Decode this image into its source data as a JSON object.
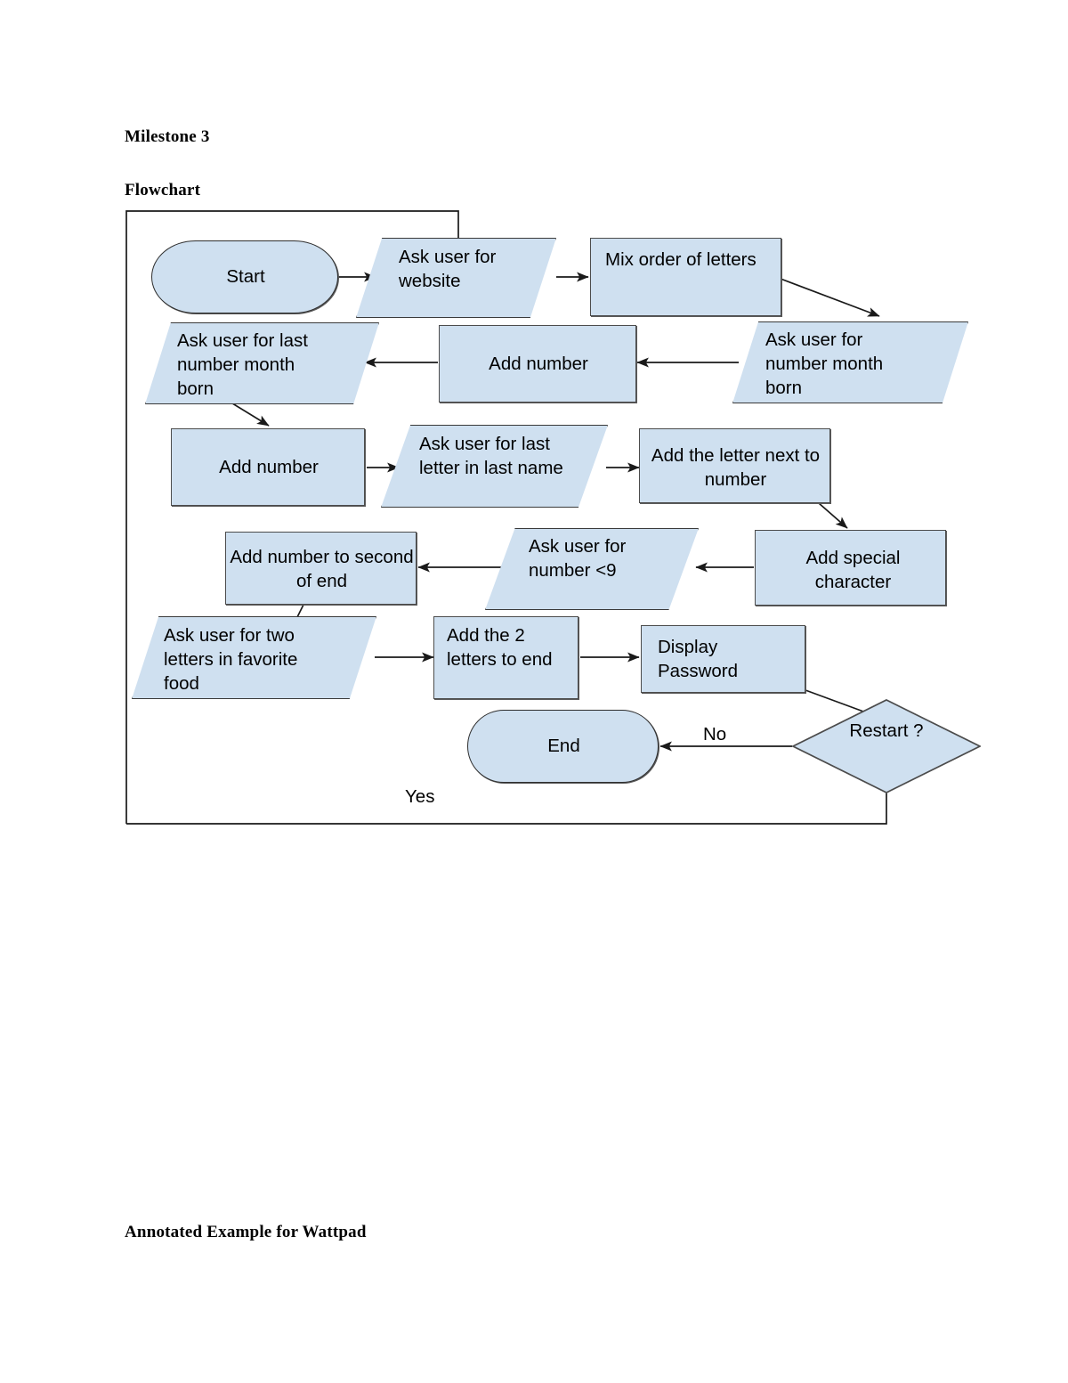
{
  "document": {
    "heading_milestone": "Milestone 3",
    "heading_flowchart": "Flowchart",
    "heading_annotated": "Annotated Example for Wattpad"
  },
  "colors": {
    "node_fill": "#cfe0f0",
    "node_stroke": "#4c4c4c",
    "connector": "#1a1a1a",
    "text": "#000000",
    "page_background": "#ffffff"
  },
  "chart_data": {
    "type": "diagram",
    "title": "Flowchart",
    "nodes": [
      {
        "id": "start",
        "shape": "stadium",
        "label": "Start"
      },
      {
        "id": "ask-website",
        "shape": "parallelogram",
        "label": "Ask user for website"
      },
      {
        "id": "mix-letters",
        "shape": "rectangle",
        "label": "Mix order of letters"
      },
      {
        "id": "ask-number-month-born",
        "shape": "parallelogram",
        "label": "Ask user for number month born"
      },
      {
        "id": "add-number-1",
        "shape": "rectangle",
        "label": "Add number"
      },
      {
        "id": "ask-last-number-month-born",
        "shape": "parallelogram",
        "label": "Ask user for last number month born"
      },
      {
        "id": "add-number-2",
        "shape": "rectangle",
        "label": "Add number"
      },
      {
        "id": "ask-last-letter-last-name",
        "shape": "parallelogram",
        "label": "Ask user for last letter in last name"
      },
      {
        "id": "add-letter-next-to-number",
        "shape": "rectangle",
        "label": "Add the letter next to number"
      },
      {
        "id": "add-special-character",
        "shape": "rectangle",
        "label": "Add special character"
      },
      {
        "id": "ask-number-less-than-9",
        "shape": "parallelogram",
        "label": "Ask user for number <9"
      },
      {
        "id": "add-number-second-of-end",
        "shape": "rectangle",
        "label": "Add number to second of end"
      },
      {
        "id": "ask-two-letters-favorite-food",
        "shape": "parallelogram",
        "label": "Ask user for two letters in favorite food"
      },
      {
        "id": "add-2-letters-to-end",
        "shape": "rectangle",
        "label": "Add the 2 letters to end"
      },
      {
        "id": "display-password",
        "shape": "rectangle",
        "label": "Display Password"
      },
      {
        "id": "restart-decision",
        "shape": "diamond",
        "label": "Restart ?"
      },
      {
        "id": "end",
        "shape": "stadium",
        "label": "End"
      }
    ],
    "edges": [
      {
        "from": "start",
        "to": "ask-website",
        "label": ""
      },
      {
        "from": "ask-website",
        "to": "mix-letters",
        "label": ""
      },
      {
        "from": "mix-letters",
        "to": "ask-number-month-born",
        "label": ""
      },
      {
        "from": "ask-number-month-born",
        "to": "add-number-1",
        "label": ""
      },
      {
        "from": "add-number-1",
        "to": "ask-last-number-month-born",
        "label": ""
      },
      {
        "from": "ask-last-number-month-born",
        "to": "add-number-2",
        "label": ""
      },
      {
        "from": "add-number-2",
        "to": "ask-last-letter-last-name",
        "label": ""
      },
      {
        "from": "ask-last-letter-last-name",
        "to": "add-letter-next-to-number",
        "label": ""
      },
      {
        "from": "add-letter-next-to-number",
        "to": "add-special-character",
        "label": ""
      },
      {
        "from": "add-special-character",
        "to": "ask-number-less-than-9",
        "label": ""
      },
      {
        "from": "ask-number-less-than-9",
        "to": "add-number-second-of-end",
        "label": ""
      },
      {
        "from": "add-number-second-of-end",
        "to": "ask-two-letters-favorite-food",
        "label": ""
      },
      {
        "from": "ask-two-letters-favorite-food",
        "to": "add-2-letters-to-end",
        "label": ""
      },
      {
        "from": "add-2-letters-to-end",
        "to": "display-password",
        "label": ""
      },
      {
        "from": "display-password",
        "to": "restart-decision",
        "label": ""
      },
      {
        "from": "restart-decision",
        "to": "end",
        "label": "No"
      },
      {
        "from": "restart-decision",
        "to": "ask-website",
        "label": "Yes"
      }
    ],
    "edge_labels": {
      "no": "No",
      "yes": "Yes"
    }
  }
}
